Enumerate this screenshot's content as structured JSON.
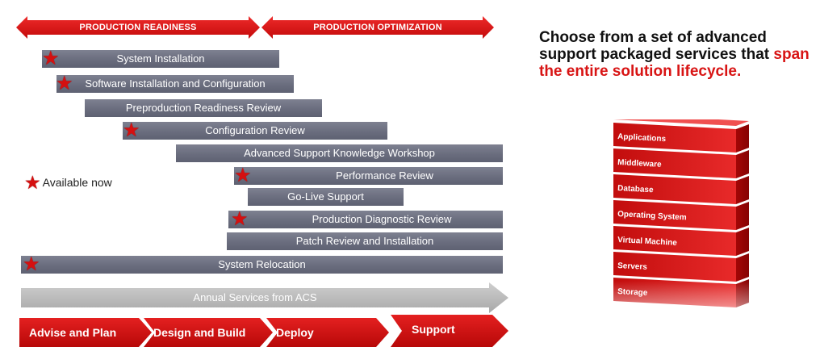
{
  "phases": {
    "readiness": "PRODUCTION READINESS",
    "optimization": "PRODUCTION OPTIMIZATION"
  },
  "services": [
    {
      "label": "System Installation",
      "available": true
    },
    {
      "label": "Software Installation and Configuration",
      "available": true
    },
    {
      "label": "Preproduction Readiness Review",
      "available": false
    },
    {
      "label": "Configuration Review",
      "available": true
    },
    {
      "label": "Advanced Support Knowledge Workshop",
      "available": false
    },
    {
      "label": "Performance Review",
      "available": true
    },
    {
      "label": "Go-Live Support",
      "available": false
    },
    {
      "label": "Production Diagnostic Review",
      "available": true
    },
    {
      "label": "Patch Review and Installation",
      "available": false
    },
    {
      "label": "System Relocation",
      "available": true
    }
  ],
  "legend": {
    "label": "Available now"
  },
  "annual": {
    "label": "Annual Services from ACS"
  },
  "lifecycle": [
    "Advise and Plan",
    "Design and Build",
    "Deploy",
    "Support"
  ],
  "headline": {
    "part1": "Choose from a set of advanced support packaged services that ",
    "highlight": "span the entire solution lifecycle."
  },
  "stack_layers": [
    "Applications",
    "Middleware",
    "Database",
    "Operating System",
    "Virtual Machine",
    "Servers",
    "Storage"
  ],
  "colors": {
    "accent": "#d51010",
    "bar": "#6f7283",
    "annual": "#b9b9b9"
  }
}
